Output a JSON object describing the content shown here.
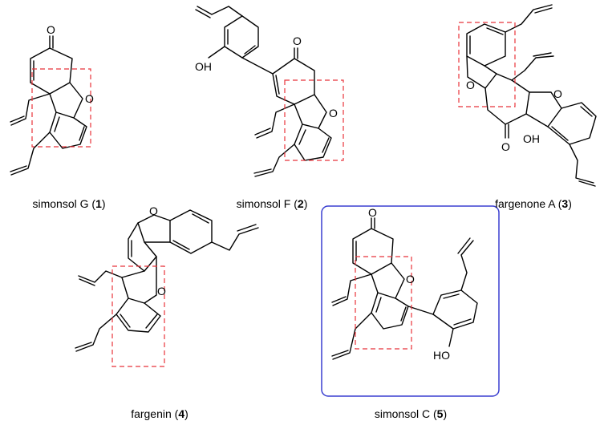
{
  "compounds": [
    {
      "name": "simonsol G",
      "number": "1"
    },
    {
      "name": "simonsol F",
      "number": "2"
    },
    {
      "name": "fargenone A",
      "number": "3"
    },
    {
      "name": "fargenin",
      "number": "4"
    },
    {
      "name": "simonsol C",
      "number": "5"
    }
  ],
  "atoms": {
    "oxygen": "O",
    "hydroxyl": "OH",
    "hydroxyl_left": "HO"
  },
  "colors": {
    "highlight_box": "#e8333a",
    "selection_frame": "#3a3fd0",
    "bond": "#000000"
  }
}
